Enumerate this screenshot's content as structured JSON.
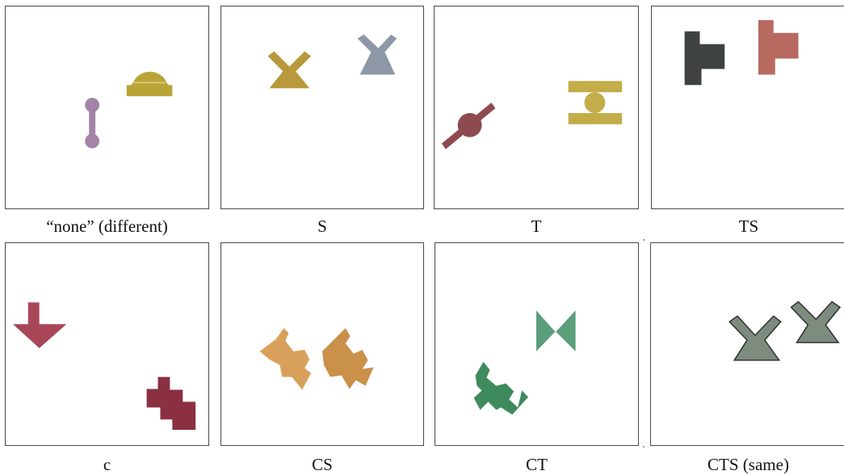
{
  "captions": [
    "“none” (different)",
    "S",
    "T",
    "TS",
    "c",
    "CS",
    "CT",
    "CTS (same)"
  ],
  "shape_colors": {
    "purple": "#a483a8",
    "olive": "#b9a437",
    "tan": "#b89a3c",
    "steel": "#8d97a6",
    "maroon": "#8e4a4f",
    "charcoal": "#3f4340",
    "brick": "#b86a60",
    "crimson": "#a84658",
    "wine": "#8b2f42",
    "ochre": "#d9a05c",
    "leopard": "#c9914a",
    "green": "#3f8a5c",
    "seafoam": "#5a9e7a",
    "pebble": "#7e8c80"
  },
  "icons": [
    "dumbbell-shape",
    "dome-shape",
    "x-shape",
    "disc-bar-shape",
    "t-block-shape",
    "arrow-shape",
    "stepped-shape",
    "claw-shape",
    "bowtie-shape"
  ]
}
